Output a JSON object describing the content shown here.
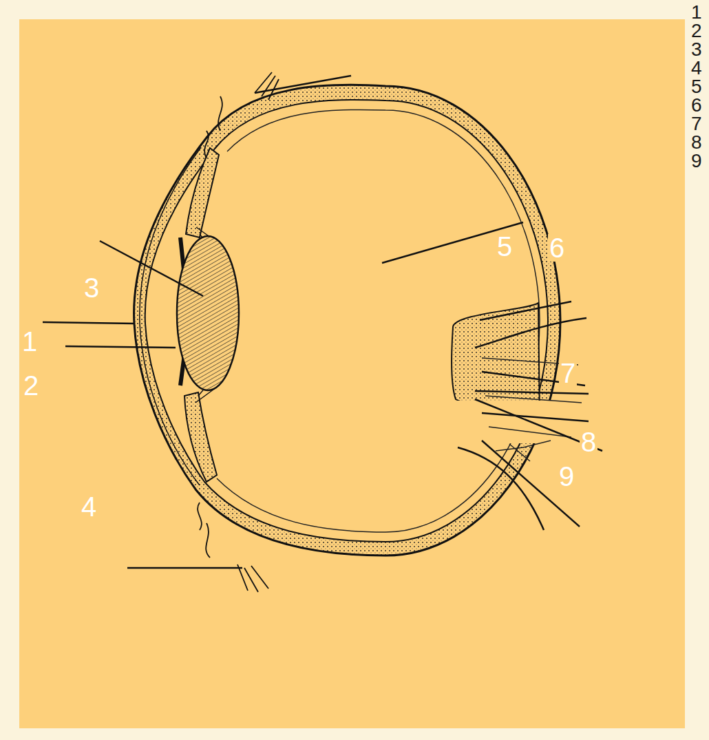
{
  "diagram": {
    "labels": [
      "3",
      "1",
      "2",
      "4",
      "5",
      "6",
      "7",
      "8",
      "9",
      "1",
      "2",
      "3",
      "4",
      "5",
      "6",
      "7",
      "8",
      "9"
    ]
  }
}
